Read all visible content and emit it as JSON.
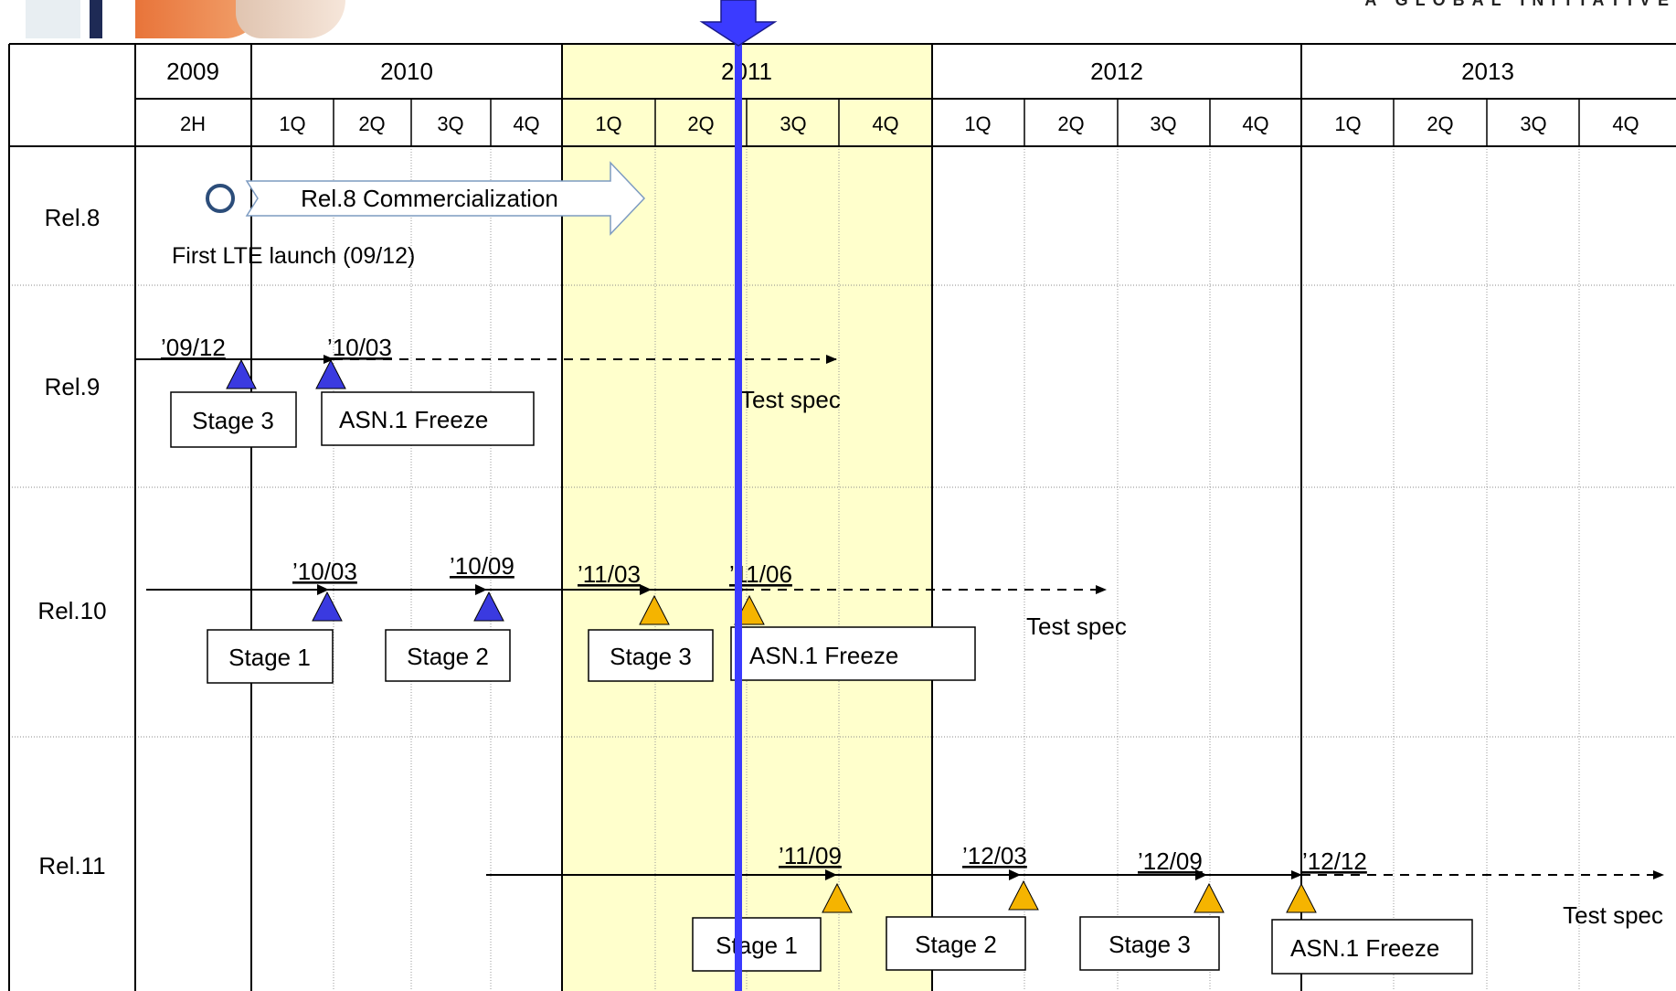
{
  "header": {
    "tagline": "A GLOBAL INITIATIVE"
  },
  "timeline": {
    "years": [
      {
        "label": "2009"
      },
      {
        "label": "2010"
      },
      {
        "label": "2011"
      },
      {
        "label": "2012"
      },
      {
        "label": "2013"
      }
    ],
    "periods": [
      "2H",
      "1Q",
      "2Q",
      "3Q",
      "4Q",
      "1Q",
      "2Q",
      "3Q",
      "4Q",
      "1Q",
      "2Q",
      "3Q",
      "4Q",
      "1Q",
      "2Q",
      "3Q",
      "4Q"
    ],
    "rows": [
      "Rel.8",
      "Rel.9",
      "Rel.10",
      "Rel.11"
    ],
    "highlight_color": "#ffffcc",
    "current_marker_color": "#3b3bff"
  },
  "rel8": {
    "commercialization_label": "Rel.8 Commercialization",
    "launch_label": "First LTE launch (09/12)"
  },
  "rel9": {
    "date1": "’09/12",
    "date2": "’10/03",
    "stage3": "Stage 3",
    "asn1": "ASN.1 Freeze",
    "test_spec": "Test spec"
  },
  "rel10": {
    "date1": "’10/03",
    "date2": "’10/09",
    "date3": "’11/03",
    "date4": "’11/06",
    "stage1": "Stage 1",
    "stage2": "Stage 2",
    "stage3": "Stage 3",
    "asn1": "ASN.1 Freeze",
    "test_spec": "Test spec"
  },
  "rel11": {
    "date1": "’11/09",
    "date2": "’12/03",
    "date3": "’12/09",
    "date4": "’12/12",
    "stage1": "Stage 1",
    "stage2": "Stage 2",
    "stage3": "Stage 3",
    "asn1": "ASN.1 Freeze",
    "test_spec": "Test spec"
  },
  "colors": {
    "blue_triangle": "#3a3ae0",
    "orange_triangle": "#f5b400"
  }
}
